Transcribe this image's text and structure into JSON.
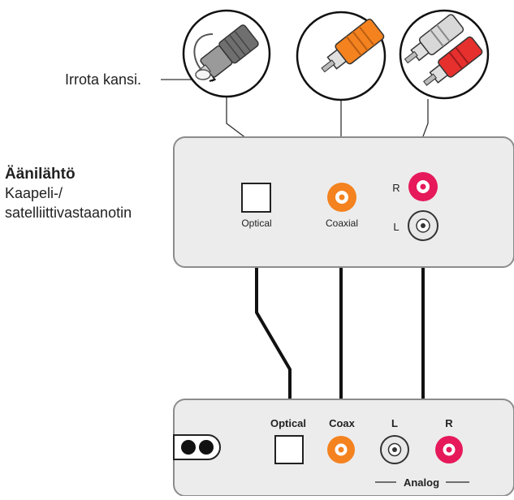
{
  "cap_instruction": "Irrota kansi.",
  "source_device": {
    "title": "Äänilähtö",
    "line1": "Kaapeli-/",
    "line2": "satelliittivastaanotin",
    "optical_label": "Optical",
    "coaxial_label": "Coaxial",
    "right_label": "R",
    "left_label": "L"
  },
  "target_device": {
    "optical_label": "Optical",
    "coax_label": "Coax",
    "left_label": "L",
    "right_label": "R",
    "analog_label": "Analog"
  },
  "colors": {
    "panel_fill": "#ececec",
    "panel_stroke": "#8c8c8c",
    "coax_orange": "#f4821f",
    "analog_right_red": "#e6195a",
    "analog_left_white": "#e8e8e8",
    "cable": "#111111"
  }
}
